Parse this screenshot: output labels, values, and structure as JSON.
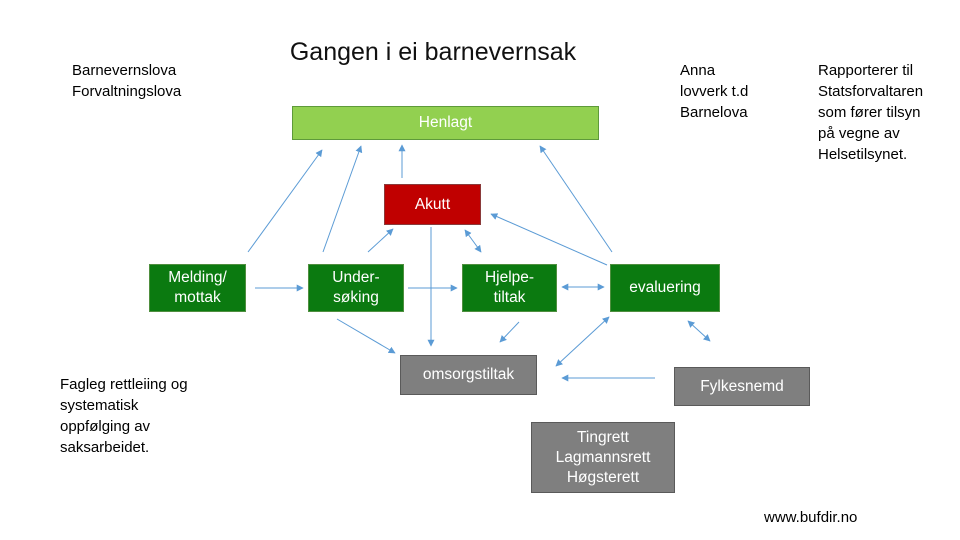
{
  "title": "Gangen i ei barnevernsak",
  "notes": {
    "laws": [
      "Barnevernslova",
      "Forvaltningslova"
    ],
    "other_laws": [
      "Anna",
      "lovverk t.d",
      "Barnelova"
    ],
    "reporting": [
      "Rapporterer til",
      "Statsforvaltaren",
      "som fører tilsyn",
      "på vegne av",
      "Helsetilsynet."
    ],
    "guidance": [
      "Fagleg rettleiing og",
      "systematisk",
      "oppfølging av",
      "saksarbeidet."
    ],
    "source": "www.bufdir.no"
  },
  "boxes": {
    "henlagt": [
      "Henlagt"
    ],
    "akutt": [
      "Akutt"
    ],
    "melding": [
      "Melding/",
      "mottak"
    ],
    "undersoking": [
      "Under-",
      "søking"
    ],
    "hjelpetiltak": [
      "Hjelpe-",
      "tiltak"
    ],
    "evaluering": [
      "evaluering"
    ],
    "omsorgstiltak": [
      "omsorgstiltak"
    ],
    "fylkesnemd": [
      "Fylkesnemd"
    ],
    "domstolar": [
      "Tingrett",
      "Lagmannsrett",
      "Høgsterett"
    ]
  },
  "colors": {
    "process": "#0b7a10",
    "closed": "#92d050",
    "acute": "#c00000",
    "decision": "#7f7f7f",
    "arrow": "#5b9bd5"
  }
}
